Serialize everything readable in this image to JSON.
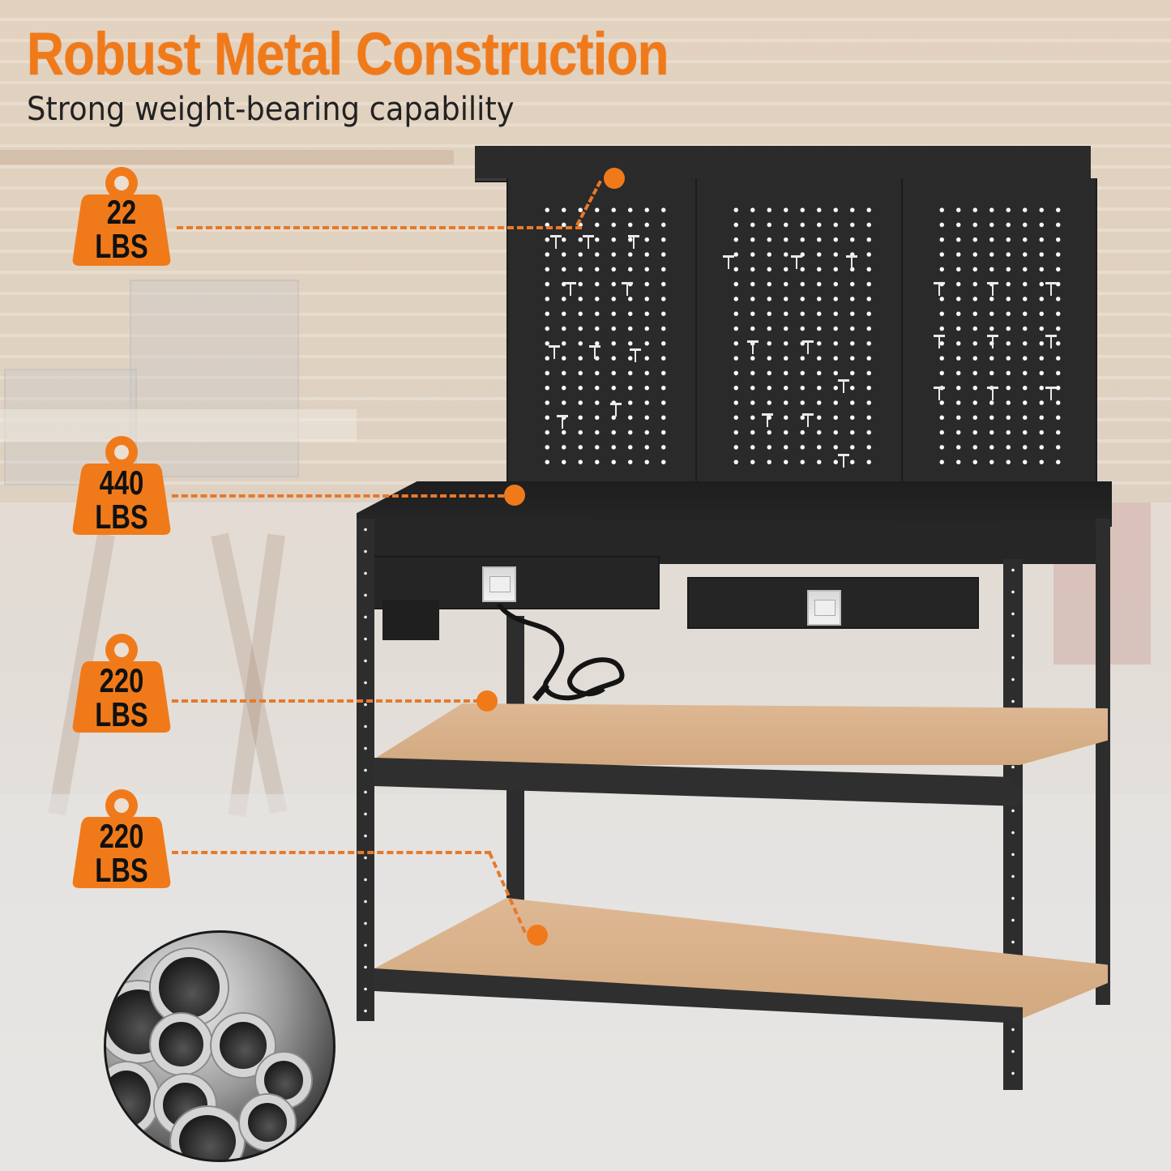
{
  "headline": {
    "title": "Robust Metal Construction",
    "subtitle": "Strong weight-bearing capability"
  },
  "capacity_labels": [
    {
      "value": "22",
      "unit": "LBS",
      "target": "pegboard top shelf",
      "icon": "weight-icon"
    },
    {
      "value": "440",
      "unit": "LBS",
      "target": "work surface",
      "icon": "weight-icon"
    },
    {
      "value": "220",
      "unit": "LBS",
      "target": "middle shelf",
      "icon": "weight-icon"
    },
    {
      "value": "220",
      "unit": "LBS",
      "target": "bottom shelf",
      "icon": "weight-icon"
    }
  ],
  "product": {
    "type": "workbench",
    "features": [
      "pegboard with top shelf",
      "3 pegboard panels with hooks",
      "2 drawers",
      "power strip with cord",
      "2 wooden shelves"
    ],
    "inset_image": "steel-pipes"
  },
  "colors": {
    "accent_orange": "#f07a1a",
    "leader_orange": "#e8792a",
    "metal_black": "#2a2a2b",
    "shelf_wood": "#d9b28a"
  }
}
